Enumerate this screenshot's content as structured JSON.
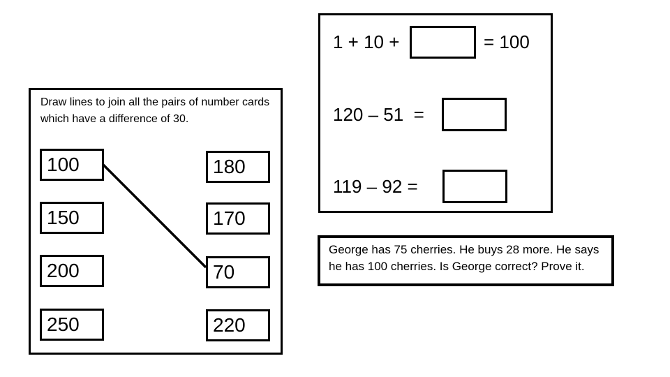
{
  "left_panel": {
    "instruction": "Draw lines to join all the pairs of number cards which have a difference of 30.",
    "left_cards": [
      "100",
      "150",
      "200",
      "250"
    ],
    "right_cards": [
      "180",
      "170",
      "70",
      "220"
    ],
    "drawn_line": {
      "from_card": "100",
      "to_card": "70"
    }
  },
  "equations_panel": {
    "rows": [
      {
        "prefix": "1 + 10 +",
        "suffix": "= 100"
      },
      {
        "prefix": "120 – 51  =",
        "suffix": ""
      },
      {
        "prefix": "119 – 92 =",
        "suffix": ""
      }
    ]
  },
  "word_problem": "George has 75 cherries. He buys 28 more. He says he has 100 cherries. Is George correct? Prove it.",
  "colors": {
    "ink": "#000000",
    "background": "#ffffff"
  }
}
